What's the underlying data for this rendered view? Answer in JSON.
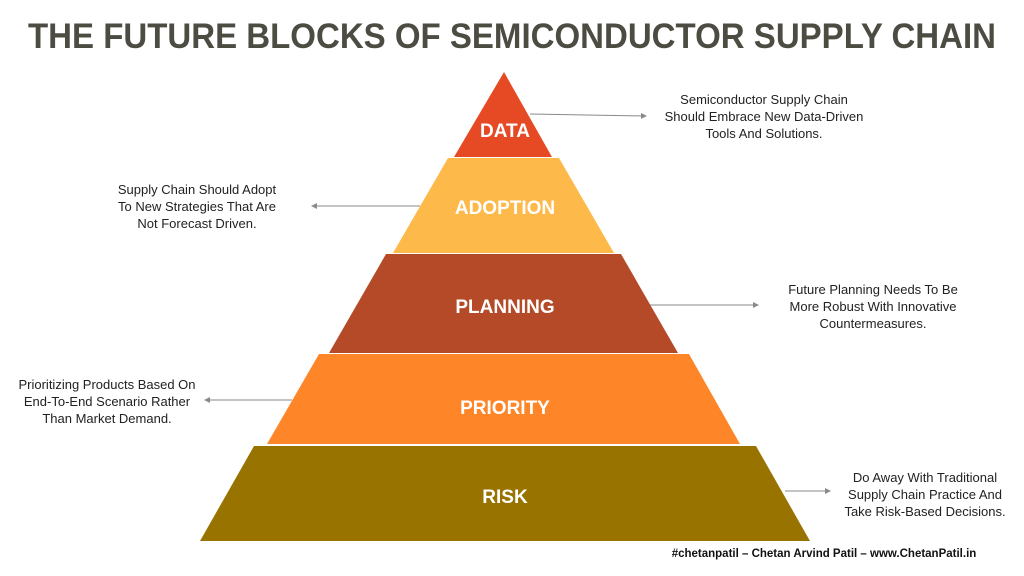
{
  "title": "THE FUTURE BLOCKS OF SEMICONDUCTOR SUPPLY CHAIN",
  "layers": [
    {
      "label": "DATA",
      "color": "#e64a24",
      "description": [
        "Semiconductor Supply Chain",
        "Should Embrace New Data-Driven",
        "Tools And Solutions."
      ]
    },
    {
      "label": "ADOPTION",
      "color": "#fdb94a",
      "description": [
        "Supply Chain Should Adopt",
        "To New Strategies That Are",
        "Not Forecast Driven."
      ]
    },
    {
      "label": "PLANNING",
      "color": "#b54a28",
      "description": [
        "Future Planning Needs To Be",
        "More Robust With Innovative",
        "Countermeasures."
      ]
    },
    {
      "label": "PRIORITY",
      "color": "#fe8629",
      "description": [
        "Prioritizing Products Based On",
        "End-To-End Scenario Rather",
        "Than Market Demand."
      ]
    },
    {
      "label": "RISK",
      "color": "#987300",
      "description": [
        "Do Away With Traditional",
        "Supply Chain Practice And",
        "Take Risk-Based Decisions."
      ]
    }
  ],
  "footer": "#chetanpatil – Chetan Arvind Patil – www.ChetanPatil.in"
}
